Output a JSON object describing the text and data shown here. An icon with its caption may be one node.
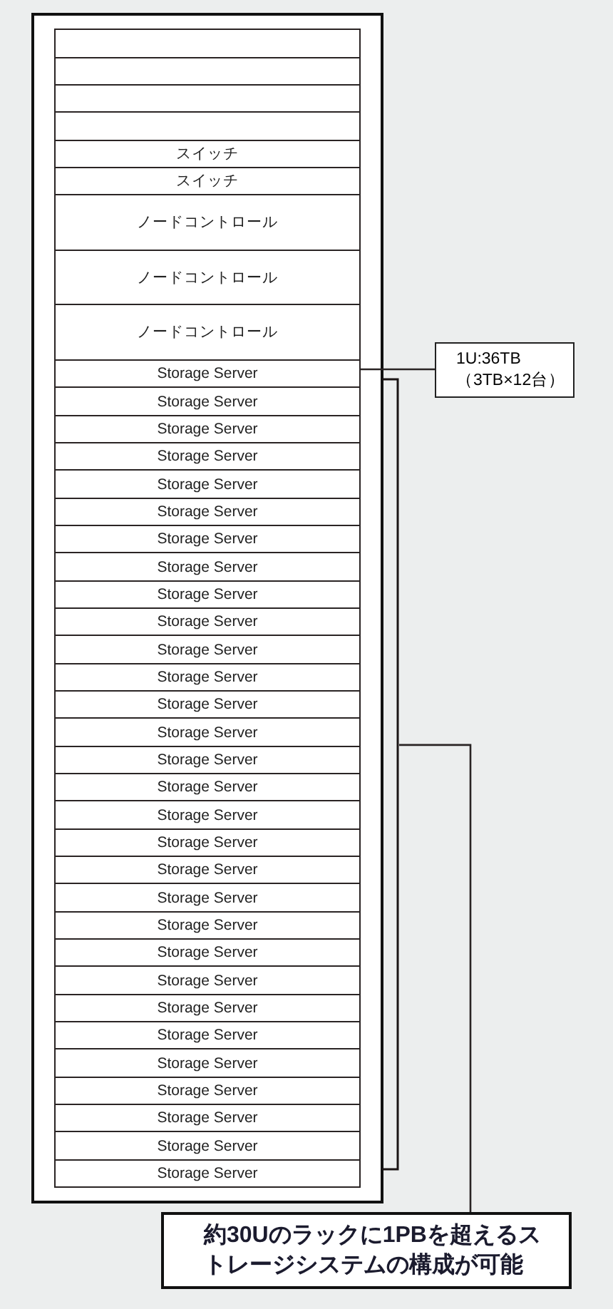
{
  "diagram": {
    "nodes": [
      {
        "text": [],
        "shape": "box"
      },
      {
        "text": [],
        "shape": "box",
        "in": 0
      },
      {
        "text": [],
        "shape": "box",
        "in": 0
      },
      {
        "text": [],
        "shape": "box",
        "in": 0
      },
      {
        "text": [],
        "shape": "box",
        "in": 0
      },
      {
        "text": [
          "スイッチ"
        ],
        "in": 0
      },
      {
        "text": [
          "スイッチ"
        ],
        "in": 0
      },
      {
        "text": [
          "ノードコントロール"
        ],
        "in": 0
      },
      {
        "text": [
          "ノードコントロール"
        ],
        "in": 0
      },
      {
        "text": [
          "ノードコントロール"
        ],
        "in": 0
      },
      {
        "text": [
          "Storage Server"
        ],
        "in": 0
      },
      {
        "text": [
          "Storage Server"
        ],
        "in": 0
      },
      {
        "text": [
          "Storage Server"
        ],
        "in": 0
      },
      {
        "text": [
          "Storage Server"
        ],
        "in": 0
      },
      {
        "text": [
          "Storage Server"
        ],
        "in": 0
      },
      {
        "text": [
          "Storage Server"
        ],
        "in": 0
      },
      {
        "text": [
          "Storage Server"
        ],
        "in": 0
      },
      {
        "text": [
          "Storage Server"
        ],
        "in": 0
      },
      {
        "text": [
          "Storage Server"
        ],
        "in": 0
      },
      {
        "text": [
          "Storage Server"
        ],
        "in": 0
      },
      {
        "text": [
          "Storage Server"
        ],
        "in": 0
      },
      {
        "text": [
          "Storage Server"
        ],
        "in": 0
      },
      {
        "text": [
          "Storage Server"
        ],
        "in": 0
      },
      {
        "text": [
          "Storage Server"
        ],
        "in": 0
      },
      {
        "text": [
          "Storage Server"
        ],
        "in": 0
      },
      {
        "text": [
          "Storage Server"
        ],
        "in": 0
      },
      {
        "text": [
          "Storage Server"
        ],
        "in": 0
      },
      {
        "text": [
          "Storage Server"
        ],
        "in": 0
      },
      {
        "text": [
          "Storage Server"
        ],
        "in": 0
      },
      {
        "text": [
          "Storage Server"
        ],
        "in": 0
      },
      {
        "text": [
          "Storage Server"
        ],
        "in": 0
      },
      {
        "text": [
          "Storage Server"
        ],
        "in": 0
      },
      {
        "text": [
          "Storage Server"
        ],
        "in": 0
      },
      {
        "text": [
          "Storage Server"
        ],
        "in": 0
      },
      {
        "text": [
          "Storage Server"
        ],
        "in": 0
      },
      {
        "text": [
          "Storage Server"
        ],
        "in": 0
      },
      {
        "text": [
          "Storage Server"
        ],
        "in": 0
      },
      {
        "text": [
          "Storage Server"
        ],
        "in": 0
      },
      {
        "text": [
          "Storage Server"
        ],
        "in": 0
      },
      {
        "text": [
          "Storage Server"
        ],
        "in": 0
      },
      {
        "text": [
          "1U:36TB （3TB×12台）"
        ]
      },
      {
        "text": [],
        "shape": "bracket"
      },
      {
        "text": [
          "約30Uのラックに1PBを超えるストレージシステムの構成が可能"
        ]
      }
    ],
    "edges": [
      {
        "from": 40,
        "to": 10,
        "arrow": "none"
      },
      {
        "from": 42,
        "to": 41,
        "arrow": "none"
      }
    ]
  }
}
